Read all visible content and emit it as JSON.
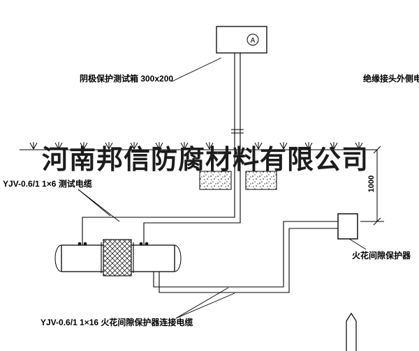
{
  "page": {
    "background": "#ffffff",
    "line_color": "#000000",
    "watermark_color": "#1c1c1c"
  },
  "watermark": {
    "text": "河南邦信防腐材料有限公司"
  },
  "labels": {
    "test_box": "阴极保护测试箱 300x200",
    "insulated_joint_cable": "绝缘接头外侧电缆",
    "test_cable": "YJV-0.6/1 1×6  测试电缆",
    "spark_gap_protector": "火花间隙保护器",
    "spark_gap_cable": "YJV-0.6/1 1×16  火花间隙保护器连接电缆"
  },
  "symbols": {
    "meter_letter": "A",
    "dimension_value": "1000"
  }
}
